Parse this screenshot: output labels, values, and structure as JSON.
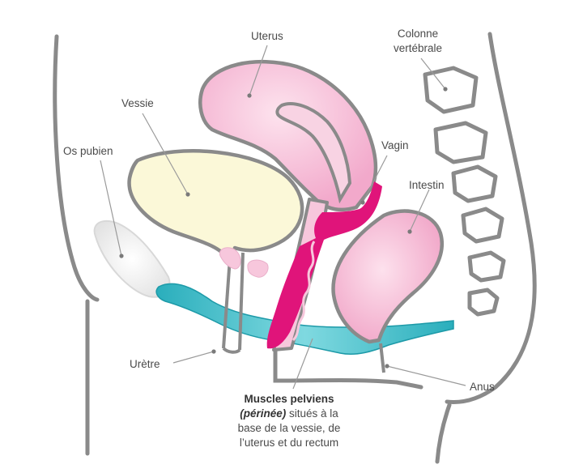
{
  "labels": {
    "uterus": "Uterus",
    "colonne": "Colonne vertébrale",
    "colonne_line1": "Colonne",
    "colonne_line2": "vertébrale",
    "vessie": "Vessie",
    "vagin": "Vagin",
    "os_pubien": "Os pubien",
    "intestin": "Intestin",
    "uretre": "Urètre",
    "anus": "Anus"
  },
  "caption": {
    "title": "Muscles pelviens",
    "subtitle": "(périnée)",
    "line1_rest": " situés à la",
    "line2": "base de la vessie, de",
    "line3": "l’uterus et du rectum"
  },
  "colors": {
    "outline": "#8a8a8a",
    "bladder_fill": "#fbf8d8",
    "uterus_fill": "#f6c6dc",
    "vagina": "#e0147a",
    "muscle": "#2bb3c0",
    "bone": "#eeeeee",
    "leader": "#9a9a9a"
  }
}
